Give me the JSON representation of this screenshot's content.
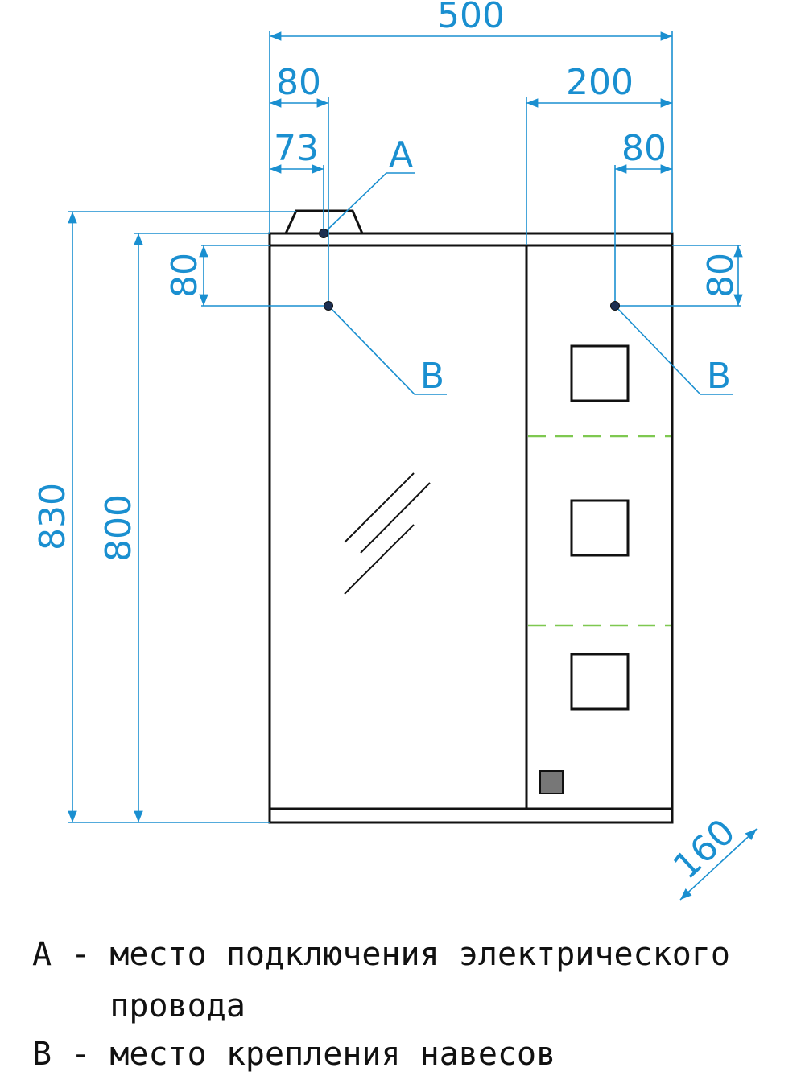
{
  "dimensions": {
    "overall_width": "500",
    "left_offset_outer": "80",
    "left_offset_inner": "73",
    "right_section_width": "200",
    "right_offset": "80",
    "overall_height": "830",
    "body_height": "800",
    "left_vertical_offset": "80",
    "right_vertical_offset": "80",
    "depth": "160"
  },
  "callouts": {
    "a": "A",
    "b_left": "B",
    "b_right": "B"
  },
  "legend": {
    "line1": "A - место подключения электрического",
    "line2": "    провода",
    "line3": "B - место крепления навесов"
  },
  "colors": {
    "dimension": "#1a8fd0",
    "outline": "#111111",
    "shelf_line": "#7ec850",
    "point": "#1c2f52"
  }
}
